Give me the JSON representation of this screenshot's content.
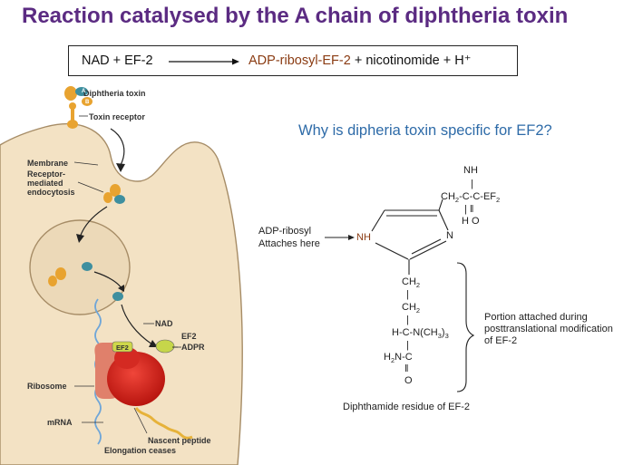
{
  "slide": {
    "title": "Reaction catalysed by the A chain of diphtheria toxin",
    "question": "Why is dipheria toxin specific for EF2?"
  },
  "equation": {
    "reactants": "NAD + EF-2",
    "product_highlight": "ADP-ribosyl-EF-2",
    "products_rest": " + nicotinomide + H⁺"
  },
  "cell_diagram": {
    "labels": {
      "diphtheria_toxin": "Diphtheria toxin",
      "toxin_receptor": "Toxin receptor",
      "membrane": "Membrane",
      "rme_1": "Receptor-",
      "rme_2": "mediated",
      "rme_3": "endocytosis",
      "nad": "NAD",
      "ef2_label": "EF2",
      "adpr": "ADPR",
      "ribosome": "Ribosome",
      "mrna": "mRNA",
      "nascent_peptide": "Nascent peptide",
      "elongation_ceases": "Elongation ceases",
      "ef2_on_ribosome": "EF2",
      "chain_b": "B",
      "chain_a": "A"
    }
  },
  "diphthamide": {
    "ring_nh": "NH",
    "ring_n": "N",
    "top_nh": "NH",
    "top_bond": "|",
    "top_chain_pre": "CH",
    "top_chain_sub": "2",
    "top_chain_post": "-C-C-EF",
    "top_chain_ef_sub": "2",
    "top_bonds": "| ‖",
    "top_atoms": "H  O",
    "side_ch2_1": "CH",
    "side_ch2_1_sub": "2",
    "side_bond_1": "|",
    "side_ch2_2": "CH",
    "side_ch2_2_sub": "2",
    "side_bond_2": "|",
    "side_nme3_pre": "H-C-N(CH",
    "side_nme3_sub": "3",
    "side_nme3_post": ")",
    "side_nme3_sub2": "3",
    "side_bond_3": "|",
    "side_amide_pre": "H",
    "side_amide_sub": "2",
    "side_amide_post": "N-C",
    "side_dbl": "‖",
    "side_o": "O",
    "adp_label_1": "ADP-ribosyl",
    "adp_label_2": "Attaches here",
    "portion_1": "Portion attached during",
    "portion_2": "posttranslational modification",
    "portion_3": "of EF-2",
    "caption": "Diphthamide residue of EF-2"
  }
}
